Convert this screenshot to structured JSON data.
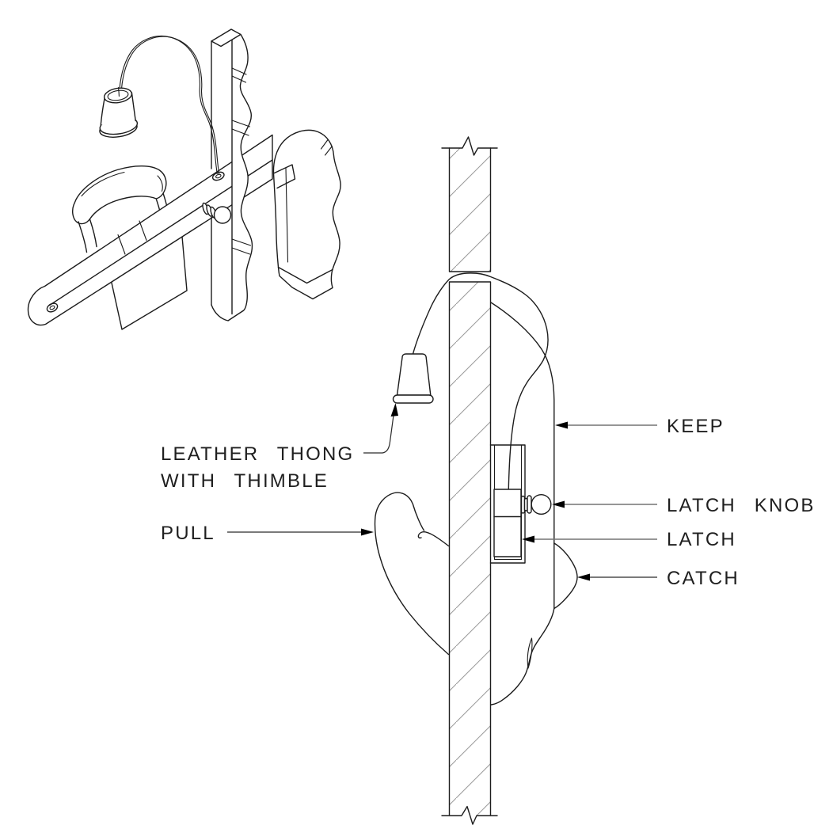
{
  "figure": {
    "type": "technical line drawing",
    "subject": "Wooden thumb-latch assembly (latch, keep, catch, pull, leather thong with thimble) shown in isometric view and in side section on a board door",
    "views": [
      {
        "id": "isometric",
        "name": "isometric assembly view"
      },
      {
        "id": "section",
        "name": "side section view on door board"
      }
    ],
    "labels": {
      "leather_thong_line1": "LEATHER THONG",
      "leather_thong_line2": "WITH THIMBLE",
      "pull": "PULL",
      "keep": "KEEP",
      "latch_knob": "LATCH KNOB",
      "latch": "LATCH",
      "catch": "CATCH"
    },
    "colors": {
      "background": "#ffffff",
      "line": "#1c1c1c",
      "hatch": "#999999",
      "leader": "#737373",
      "arrowhead": "#000000",
      "text": "#1f1f1f"
    }
  }
}
